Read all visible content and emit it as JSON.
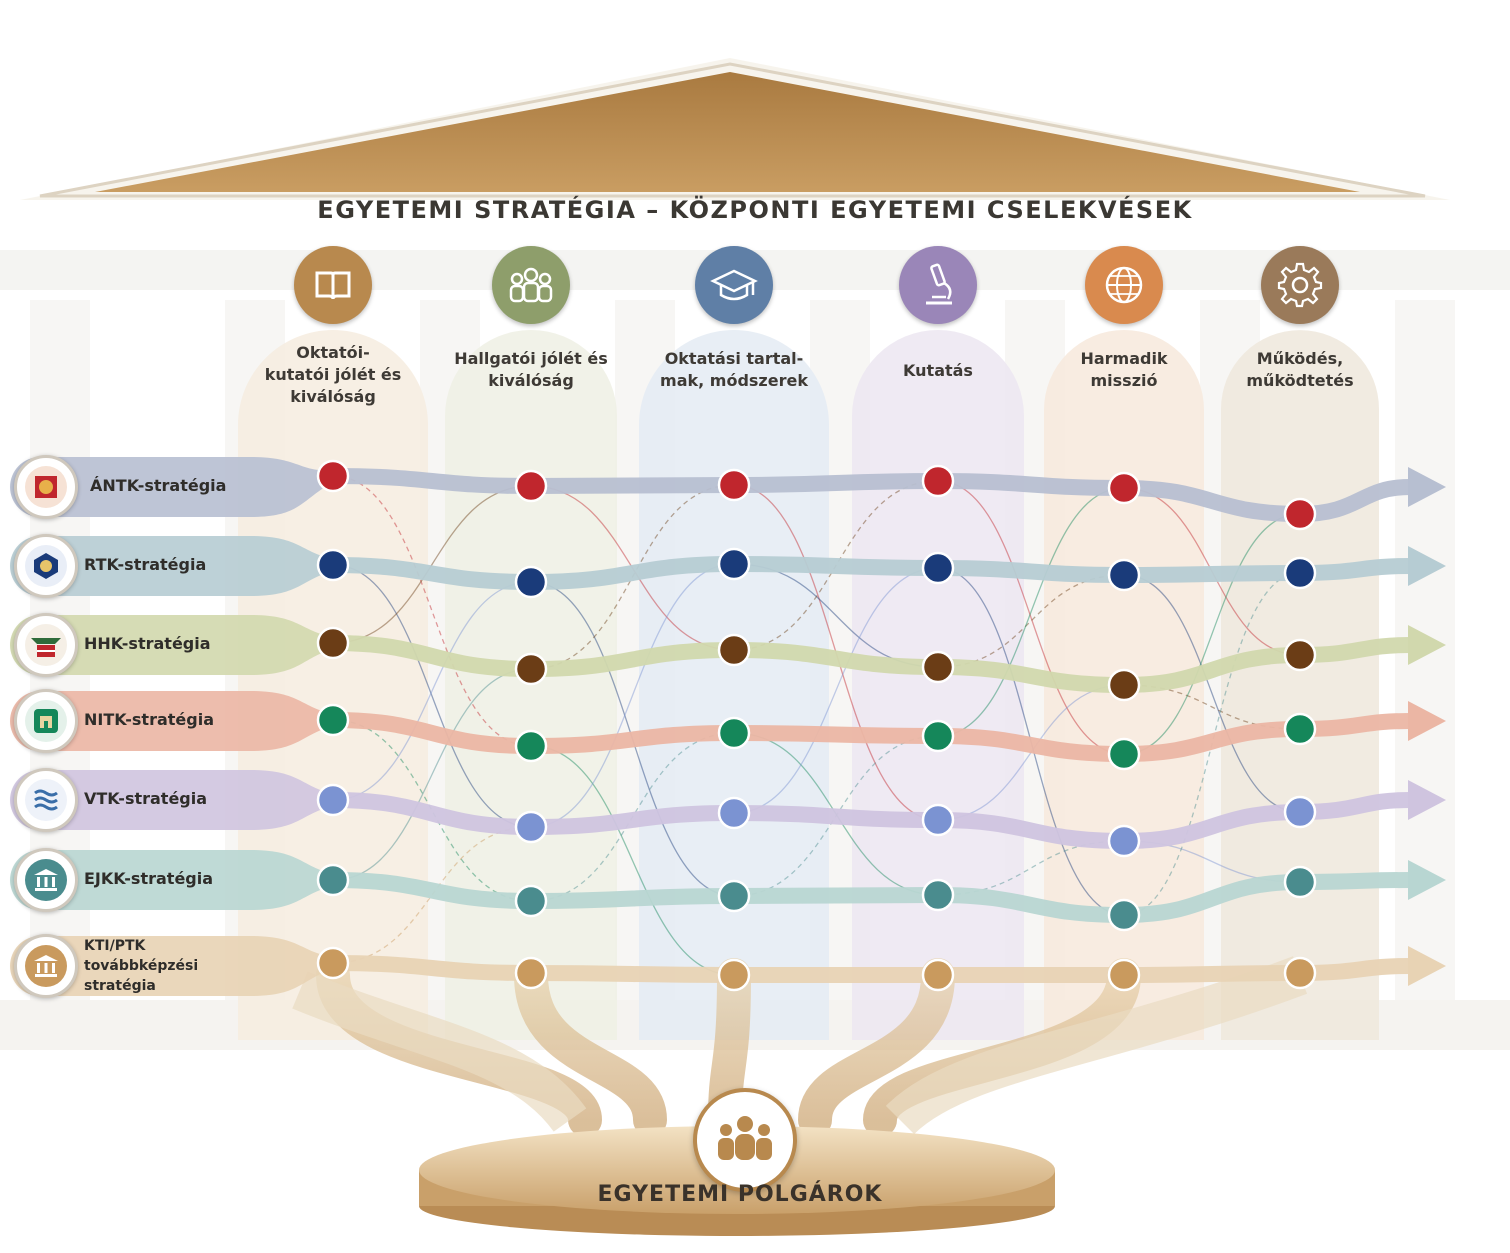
{
  "title": "EGYETEMI STRATÉGIA – KÖZPONTI EGYETEMI CSELEKVÉSEK",
  "columns": [
    {
      "label": "Oktatói-kutatói jólét és kiválóság",
      "lines": [
        "Oktatói-",
        "kutatói jólét és",
        "kiválóság"
      ],
      "icon": "book-icon",
      "color": "#b8894e"
    },
    {
      "label": "Hallgatói jólét és kiválóság",
      "lines": [
        "Hallgatói jólét és",
        "kiválóság"
      ],
      "icon": "students-icon",
      "color": "#8e9e6b"
    },
    {
      "label": "Oktatási tartalmak, módszerek",
      "lines": [
        "Oktatási tartal-",
        "mak, módszerek"
      ],
      "icon": "graduation-cap-icon",
      "color": "#5f7fa6"
    },
    {
      "label": "Kutatás",
      "lines": [
        "Kutatás"
      ],
      "icon": "microscope-icon",
      "color": "#9a86b8"
    },
    {
      "label": "Harmadik misszió",
      "lines": [
        "Harmadik",
        "misszió"
      ],
      "icon": "globe-icon",
      "color": "#d98a4e"
    },
    {
      "label": "Működés, működtetés",
      "lines": [
        "Működés,",
        "működtetés"
      ],
      "icon": "gear-icon",
      "color": "#9a7a5a"
    }
  ],
  "strategies": [
    {
      "label": "ÁNTK-stratégia",
      "color": "#c0262d",
      "band_color": "#b7bfd1",
      "icon": "antk-emblem-icon"
    },
    {
      "label": "RTK-stratégia",
      "color": "#1a3b7a",
      "band_color": "#b6ccd3",
      "icon": "rtk-emblem-icon"
    },
    {
      "label": "HHK-stratégia",
      "color": "#6b3d16",
      "band_color": "#d1d8ad",
      "icon": "hhk-emblem-icon"
    },
    {
      "label": "NITK-stratégia",
      "color": "#15875a",
      "band_color": "#ebb6a4",
      "icon": "nitk-emblem-icon"
    },
    {
      "label": "VTK-stratégia",
      "color": "#7b93d2",
      "band_color": "#cfc4df",
      "icon": "vtk-emblem-icon"
    },
    {
      "label": "EJKK-stratégia",
      "color": "#4a8c8e",
      "band_color": "#b8d6d2",
      "icon": "ejkk-emblem-icon"
    },
    {
      "label": "KTI/PTK továbbképzési stratégia",
      "lines": [
        "KTI/PTK",
        "továbbképzési",
        "stratégia"
      ],
      "color": "#c99a5e",
      "band_color": "#e8d3b4",
      "icon": "kti-ptk-emblem-icon"
    }
  ],
  "base_label": "EGYETEMI POLGÁROK",
  "colors": {
    "gold": "#b8894e",
    "gold_light": "#e2c79e",
    "roof": "#b8894e",
    "text": "#3b3833"
  }
}
